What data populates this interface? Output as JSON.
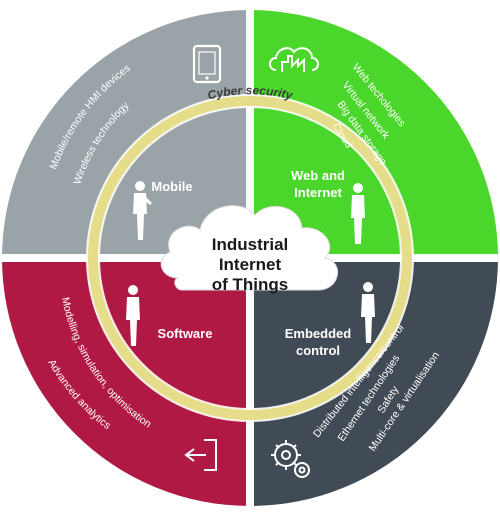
{
  "ring_label": "Cyber security",
  "center": {
    "line1": "Industrial",
    "line2": "Internet",
    "line3": "of Things"
  },
  "quadrants": {
    "mobile": {
      "title": "Mobile",
      "color": "#9aa3a8",
      "icon": "tablet-icon",
      "items": [
        "Mobile/remote HMI devices",
        "Wireless technology"
      ]
    },
    "web": {
      "title_line1": "Web and",
      "title_line2": "Internet",
      "color": "#4bd62b",
      "icon": "cloud-factory-icon",
      "items": [
        "Web techologies",
        "Virtual network",
        "Big data storage",
        "Cloud"
      ]
    },
    "software": {
      "title": "Software",
      "color": "#b01944",
      "icon": "exit-door-icon",
      "items": [
        "Modelling, simulation, optimisation",
        "Advanced analytics"
      ]
    },
    "embedded": {
      "title_line1": "Embedded",
      "title_line2": "control",
      "color": "#414b55",
      "icon": "gears-icon",
      "items": [
        "Distributed intelligence/control",
        "Ethernet technologies",
        "Safety",
        "Multi-core & virtualisation"
      ]
    }
  },
  "ring_color": "#e6dd8a"
}
